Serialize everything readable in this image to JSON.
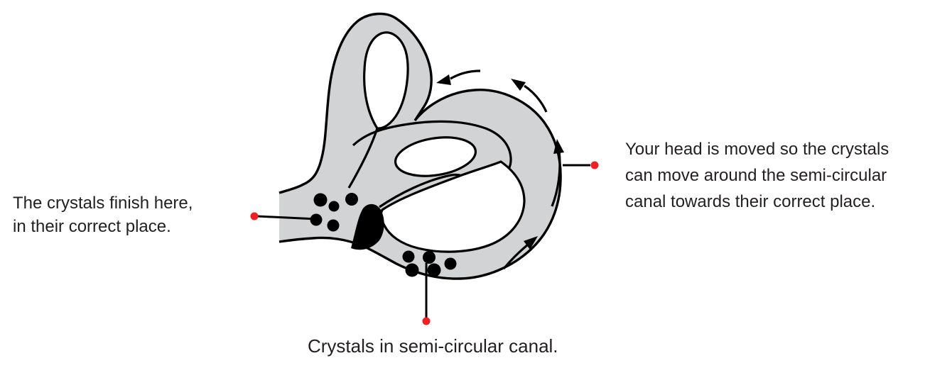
{
  "figure": {
    "title": "Semi-circular canal crystal repositioning diagram",
    "labels": {
      "left": {
        "lines": [
          "The crystals finish here,",
          "in their correct place."
        ]
      },
      "right": {
        "lines": [
          "Your head is moved so the crystals",
          "can move around the semi-circular",
          "canal towards their correct place."
        ]
      },
      "bottom": {
        "lines": [
          "Crystals in semi-circular canal."
        ]
      }
    },
    "colors": {
      "canal_fill": "#d2d3d5",
      "outline": "#000000",
      "marker_red": "#ed2024",
      "text": "#231f20",
      "background": "#ffffff"
    },
    "icons": {
      "rotation_arrows": "curved arrows showing anticlockwise movement around the canal",
      "leader_dots": "red dots joining labels to the drawing",
      "crystals": "black dots representing crystals inside the canal"
    }
  }
}
